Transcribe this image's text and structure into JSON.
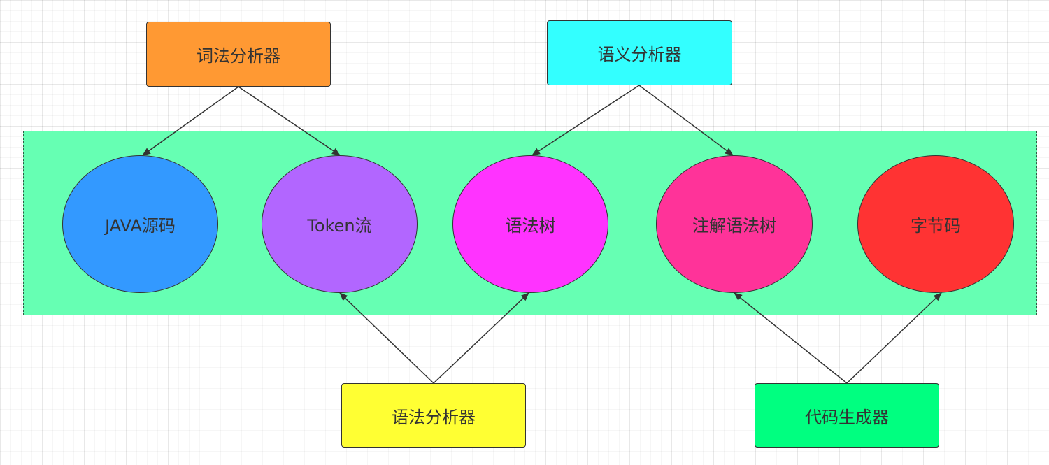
{
  "processors": {
    "lexical": {
      "label": "词法分析器",
      "color": "#ff9933"
    },
    "semantic": {
      "label": "语义分析器",
      "color": "#33ffff"
    },
    "syntax": {
      "label": "语法分析器",
      "color": "#ffff33"
    },
    "codegen": {
      "label": "代码生成器",
      "color": "#00ff80"
    }
  },
  "artifacts": {
    "java_source": {
      "label": "JAVA源码",
      "color": "#3399ff"
    },
    "token_stream": {
      "label": "Token流",
      "color": "#b266ff"
    },
    "syntax_tree": {
      "label": "语法树",
      "color": "#ff33ff"
    },
    "annotated_syntax_tree": {
      "label": "注解语法树",
      "color": "#ff3399"
    },
    "bytecode": {
      "label": "字节码",
      "color": "#ff3333"
    }
  },
  "group": {
    "color": "#66ffb3"
  },
  "edges": [
    {
      "from": "lexical",
      "to": "java_source"
    },
    {
      "from": "lexical",
      "to": "token_stream"
    },
    {
      "from": "semantic",
      "to": "syntax_tree"
    },
    {
      "from": "semantic",
      "to": "annotated_syntax_tree"
    },
    {
      "from": "syntax",
      "to": "token_stream"
    },
    {
      "from": "syntax",
      "to": "syntax_tree"
    },
    {
      "from": "codegen",
      "to": "annotated_syntax_tree"
    },
    {
      "from": "codegen",
      "to": "bytecode"
    }
  ]
}
